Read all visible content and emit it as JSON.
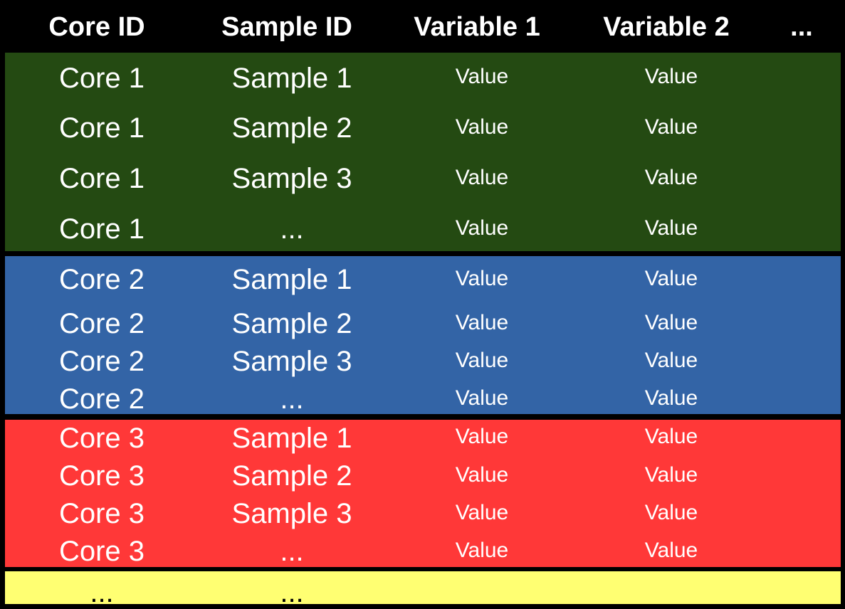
{
  "colors": {
    "background": "#000000",
    "header_text": "#ffffff",
    "core1": "#244a12",
    "core2": "#3364a6",
    "core3": "#ff3838",
    "more": "#ffff72",
    "band_text_light": "#ffffff",
    "band_text_dark": "#000000"
  },
  "header": {
    "core_id": "Core ID",
    "sample_id": "Sample ID",
    "variable_1": "Variable 1",
    "variable_2": "Variable 2",
    "more": "..."
  },
  "bands": [
    {
      "rows": [
        {
          "core": "Core 1",
          "sample": "Sample 1",
          "v1": "Value",
          "v2": "Value"
        },
        {
          "core": "Core 1",
          "sample": "Sample 2",
          "v1": "Value",
          "v2": "Value"
        },
        {
          "core": "Core 1",
          "sample": "Sample 3",
          "v1": "Value",
          "v2": "Value"
        },
        {
          "core": "Core 1",
          "sample": "...",
          "v1": "Value",
          "v2": "Value"
        }
      ]
    },
    {
      "rows": [
        {
          "core": "Core 2",
          "sample": "Sample 1",
          "v1": "Value",
          "v2": "Value"
        },
        {
          "core": "Core 2",
          "sample": "Sample 2",
          "v1": "Value",
          "v2": "Value"
        },
        {
          "core": "Core 2",
          "sample": "Sample 3",
          "v1": "Value",
          "v2": "Value"
        },
        {
          "core": "Core 2",
          "sample": "...",
          "v1": "Value",
          "v2": "Value"
        }
      ]
    },
    {
      "rows": [
        {
          "core": "Core 3",
          "sample": "Sample 1",
          "v1": "Value",
          "v2": "Value"
        },
        {
          "core": "Core 3",
          "sample": "Sample 2",
          "v1": "Value",
          "v2": "Value"
        },
        {
          "core": "Core 3",
          "sample": "Sample 3",
          "v1": "Value",
          "v2": "Value"
        },
        {
          "core": "Core 3",
          "sample": "...",
          "v1": "Value",
          "v2": "Value"
        }
      ]
    },
    {
      "rows": [
        {
          "core": "...",
          "sample": "...",
          "v1": "",
          "v2": ""
        }
      ]
    }
  ]
}
